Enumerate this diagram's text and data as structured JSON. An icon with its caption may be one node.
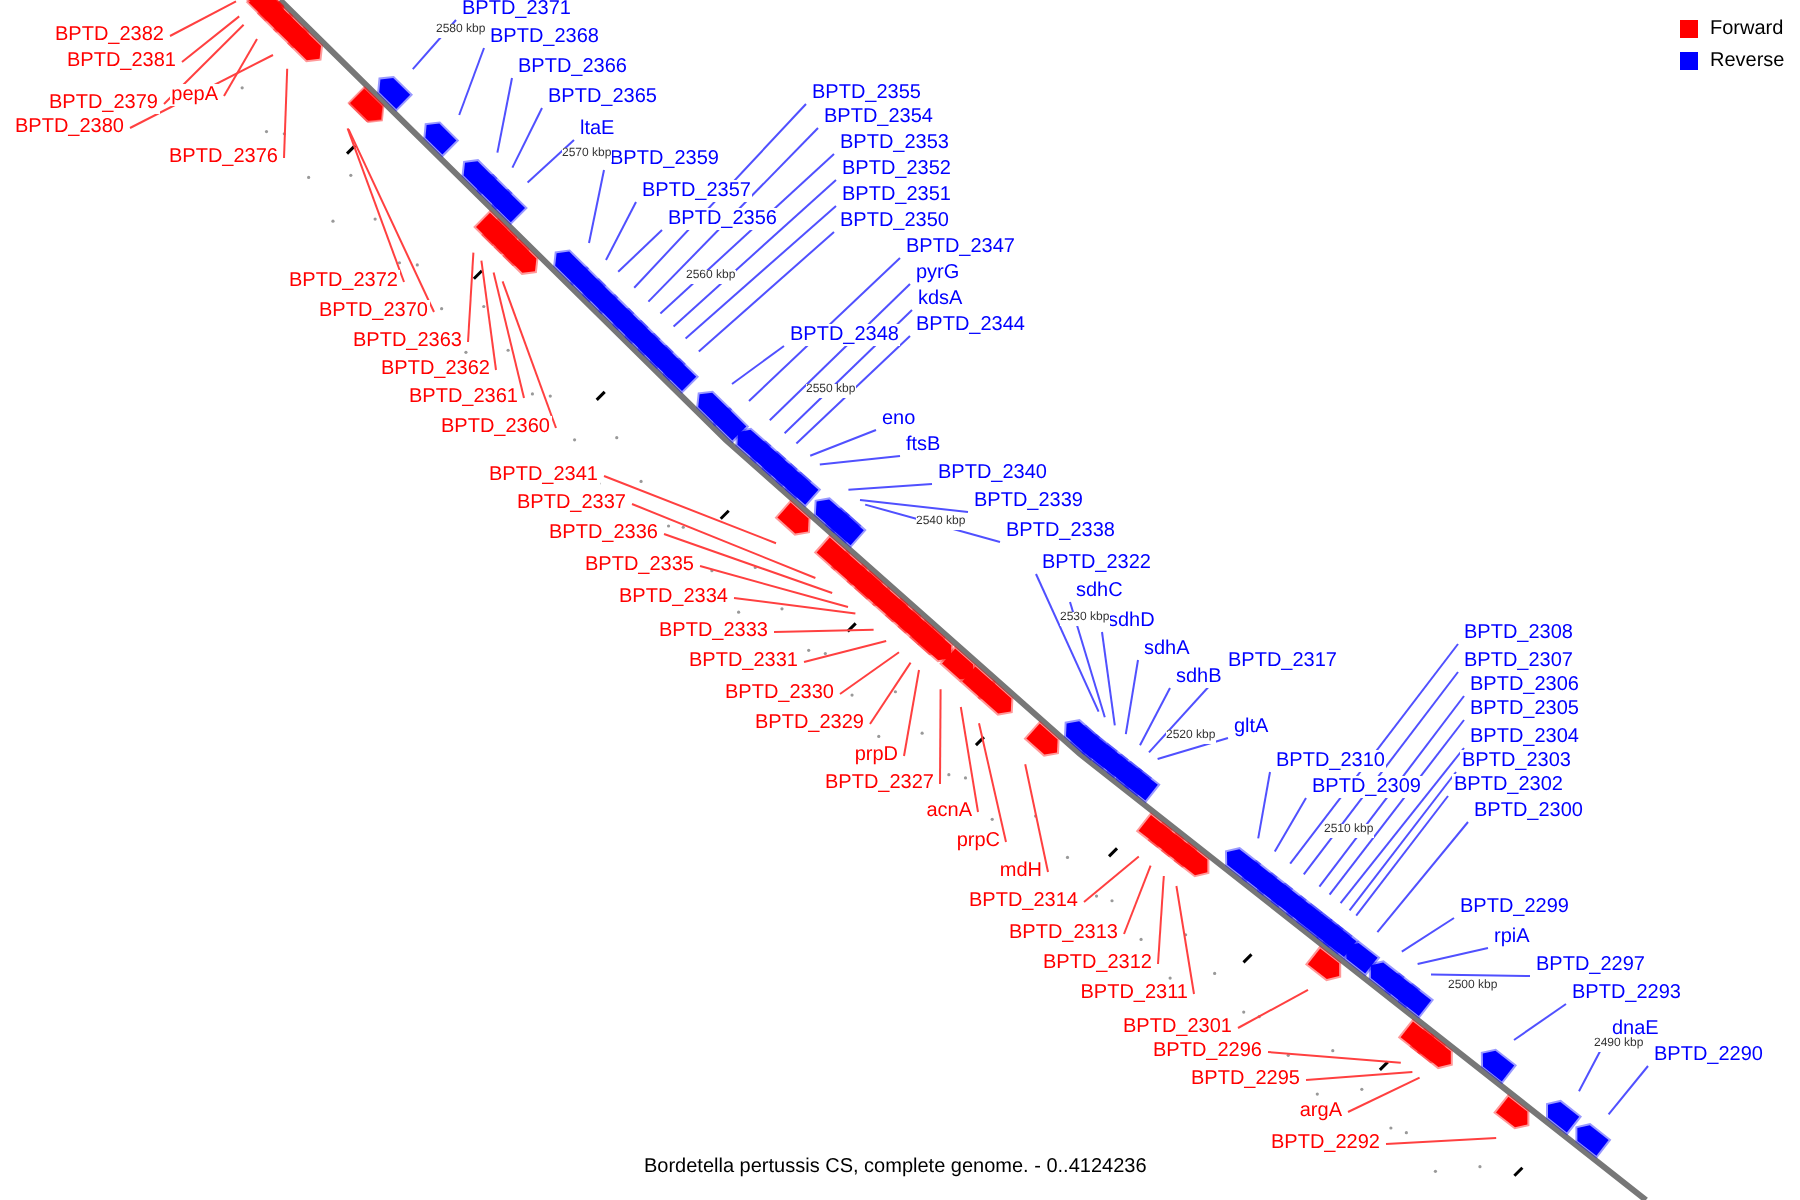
{
  "diagram": {
    "caption": "Bordetella pertussis CS, complete genome. - 0..4124236",
    "nodes": [
      {
        "text": [
          "BPTD_2382"
        ]
      },
      {
        "text": [
          "BPTD_2381"
        ]
      },
      {
        "text": [
          "BPTD_2379"
        ]
      },
      {
        "text": [
          "pepA"
        ]
      },
      {
        "text": [
          "BPTD_2380"
        ]
      },
      {
        "text": [
          "BPTD_2376"
        ]
      },
      {
        "text": [
          "BPTD_2372"
        ]
      },
      {
        "text": [
          "BPTD_2370"
        ]
      },
      {
        "text": [
          "BPTD_2363"
        ]
      },
      {
        "text": [
          "BPTD_2362"
        ]
      },
      {
        "text": [
          "BPTD_2361"
        ]
      },
      {
        "text": [
          "BPTD_2360"
        ]
      },
      {
        "text": [
          "BPTD_2341"
        ]
      },
      {
        "text": [
          "BPTD_2337"
        ]
      },
      {
        "text": [
          "BPTD_2336"
        ]
      },
      {
        "text": [
          "BPTD_2335"
        ]
      },
      {
        "text": [
          "BPTD_2334"
        ]
      },
      {
        "text": [
          "BPTD_2333"
        ]
      },
      {
        "text": [
          "BPTD_2331"
        ]
      },
      {
        "text": [
          "BPTD_2330"
        ]
      },
      {
        "text": [
          "BPTD_2329"
        ]
      },
      {
        "text": [
          "prpD"
        ]
      },
      {
        "text": [
          "BPTD_2327"
        ]
      },
      {
        "text": [
          "acnA"
        ]
      },
      {
        "text": [
          "prpC"
        ]
      },
      {
        "text": [
          "mdH"
        ]
      },
      {
        "text": [
          "BPTD_2314"
        ]
      },
      {
        "text": [
          "BPTD_2313"
        ]
      },
      {
        "text": [
          "BPTD_2312"
        ]
      },
      {
        "text": [
          "BPTD_2311"
        ]
      },
      {
        "text": [
          "BPTD_2301"
        ]
      },
      {
        "text": [
          "BPTD_2296"
        ]
      },
      {
        "text": [
          "BPTD_2295"
        ]
      },
      {
        "text": [
          "argA"
        ]
      },
      {
        "text": [
          "BPTD_2292"
        ]
      },
      {
        "text": [
          "BPTD_2371"
        ]
      },
      {
        "text": [
          "BPTD_2368"
        ]
      },
      {
        "text": [
          "BPTD_2366"
        ]
      },
      {
        "text": [
          "BPTD_2365"
        ]
      },
      {
        "text": [
          "ltaE"
        ]
      },
      {
        "text": [
          "BPTD_2359"
        ]
      },
      {
        "text": [
          "BPTD_2357"
        ]
      },
      {
        "text": [
          "BPTD_2356"
        ]
      },
      {
        "text": [
          "BPTD_2355"
        ]
      },
      {
        "text": [
          "BPTD_2354"
        ]
      },
      {
        "text": [
          "BPTD_2353"
        ]
      },
      {
        "text": [
          "BPTD_2352"
        ]
      },
      {
        "text": [
          "BPTD_2351"
        ]
      },
      {
        "text": [
          "BPTD_2350"
        ]
      },
      {
        "text": [
          "BPTD_2347"
        ]
      },
      {
        "text": [
          "pyrG"
        ]
      },
      {
        "text": [
          "kdsA"
        ]
      },
      {
        "text": [
          "BPTD_2344"
        ]
      },
      {
        "text": [
          "BPTD_2348"
        ]
      },
      {
        "text": [
          "eno"
        ]
      },
      {
        "text": [
          "ftsB"
        ]
      },
      {
        "text": [
          "BPTD_2340"
        ]
      },
      {
        "text": [
          "BPTD_2339"
        ]
      },
      {
        "text": [
          "BPTD_2338"
        ]
      },
      {
        "text": [
          "BPTD_2322"
        ]
      },
      {
        "text": [
          "sdhC"
        ]
      },
      {
        "text": [
          "sdhD"
        ]
      },
      {
        "text": [
          "sdhA"
        ]
      },
      {
        "text": [
          "sdhB"
        ]
      },
      {
        "text": [
          "BPTD_2317"
        ]
      },
      {
        "text": [
          "gltA"
        ]
      },
      {
        "text": [
          "BPTD_2310"
        ]
      },
      {
        "text": [
          "BPTD_2309"
        ]
      },
      {
        "text": [
          "BPTD_2308"
        ]
      },
      {
        "text": [
          "BPTD_2307"
        ]
      },
      {
        "text": [
          "BPTD_2306"
        ]
      },
      {
        "text": [
          "BPTD_2305"
        ]
      },
      {
        "text": [
          "BPTD_2304"
        ]
      },
      {
        "text": [
          "BPTD_2303"
        ]
      },
      {
        "text": [
          "BPTD_2302"
        ]
      },
      {
        "text": [
          "BPTD_2300"
        ]
      },
      {
        "text": [
          "BPTD_2299"
        ]
      },
      {
        "text": [
          "rpiA"
        ]
      },
      {
        "text": [
          "BPTD_2297"
        ]
      },
      {
        "text": [
          "BPTD_2293"
        ]
      },
      {
        "text": [
          "dnaE"
        ]
      },
      {
        "text": [
          "BPTD_2290"
        ]
      }
    ],
    "edges": [
      {
        "from": 0,
        "to": null,
        "arrow": "none",
        "color": "#ff4040"
      },
      {
        "from": 1,
        "to": null,
        "arrow": "none",
        "color": "#ff4040"
      },
      {
        "from": 2,
        "to": null,
        "arrow": "none",
        "color": "#ff4040"
      },
      {
        "from": 3,
        "to": null,
        "arrow": "none",
        "color": "#ff4040"
      },
      {
        "from": 4,
        "to": null,
        "arrow": "none",
        "color": "#ff4040"
      },
      {
        "from": 5,
        "to": null,
        "arrow": "none",
        "color": "#ff4040"
      },
      {
        "from": 6,
        "to": null,
        "arrow": "none",
        "color": "#ff4040"
      },
      {
        "from": 7,
        "to": null,
        "arrow": "none",
        "color": "#ff4040"
      },
      {
        "from": 8,
        "to": null,
        "arrow": "none",
        "color": "#ff4040"
      },
      {
        "from": 9,
        "to": null,
        "arrow": "none",
        "color": "#ff4040"
      },
      {
        "from": 10,
        "to": null,
        "arrow": "none",
        "color": "#ff4040"
      },
      {
        "from": 11,
        "to": null,
        "arrow": "none",
        "color": "#ff4040"
      },
      {
        "from": 12,
        "to": null,
        "arrow": "none",
        "color": "#ff4040"
      },
      {
        "from": 13,
        "to": null,
        "arrow": "none",
        "color": "#ff4040"
      },
      {
        "from": 14,
        "to": null,
        "arrow": "none",
        "color": "#ff4040"
      },
      {
        "from": 15,
        "to": null,
        "arrow": "none",
        "color": "#ff4040"
      },
      {
        "from": 16,
        "to": null,
        "arrow": "none",
        "color": "#ff4040"
      },
      {
        "from": 17,
        "to": null,
        "arrow": "none",
        "color": "#ff4040"
      },
      {
        "from": 18,
        "to": null,
        "arrow": "none",
        "color": "#ff4040"
      },
      {
        "from": 19,
        "to": null,
        "arrow": "none",
        "color": "#ff4040"
      },
      {
        "from": 20,
        "to": null,
        "arrow": "none",
        "color": "#ff4040"
      },
      {
        "from": 21,
        "to": null,
        "arrow": "none",
        "color": "#ff4040"
      },
      {
        "from": 22,
        "to": null,
        "arrow": "none",
        "color": "#ff4040"
      },
      {
        "from": 23,
        "to": null,
        "arrow": "none",
        "color": "#ff4040"
      },
      {
        "from": 24,
        "to": null,
        "arrow": "none",
        "color": "#ff4040"
      },
      {
        "from": 25,
        "to": null,
        "arrow": "none",
        "color": "#ff4040"
      },
      {
        "from": 26,
        "to": null,
        "arrow": "none",
        "color": "#ff4040"
      },
      {
        "from": 27,
        "to": null,
        "arrow": "none",
        "color": "#ff4040"
      },
      {
        "from": 28,
        "to": null,
        "arrow": "none",
        "color": "#ff4040"
      },
      {
        "from": 29,
        "to": null,
        "arrow": "none",
        "color": "#ff4040"
      },
      {
        "from": 30,
        "to": null,
        "arrow": "none",
        "color": "#ff4040"
      },
      {
        "from": 31,
        "to": null,
        "arrow": "none",
        "color": "#ff4040"
      },
      {
        "from": 32,
        "to": null,
        "arrow": "none",
        "color": "#ff4040"
      },
      {
        "from": 33,
        "to": null,
        "arrow": "none",
        "color": "#ff4040"
      },
      {
        "from": 34,
        "to": null,
        "arrow": "none",
        "color": "#ff4040"
      },
      {
        "from": 35,
        "to": null,
        "arrow": "none"
      },
      {
        "from": 36,
        "to": null,
        "arrow": "none"
      },
      {
        "from": 37,
        "to": null,
        "arrow": "none"
      },
      {
        "from": 38,
        "to": null,
        "arrow": "none"
      },
      {
        "from": 39,
        "to": null,
        "arrow": "none"
      },
      {
        "from": 40,
        "to": null,
        "arrow": "none"
      },
      {
        "from": 41,
        "to": null,
        "arrow": "none"
      },
      {
        "from": 42,
        "to": null,
        "arrow": "none"
      },
      {
        "from": 43,
        "to": null,
        "arrow": "none"
      },
      {
        "from": 44,
        "to": null,
        "arrow": "none"
      },
      {
        "from": 45,
        "to": null,
        "arrow": "none"
      },
      {
        "from": 46,
        "to": null,
        "arrow": "none"
      },
      {
        "from": 47,
        "to": null,
        "arrow": "none"
      },
      {
        "from": 48,
        "to": null,
        "arrow": "none"
      },
      {
        "from": 49,
        "to": null,
        "arrow": "none"
      },
      {
        "from": 50,
        "to": null,
        "arrow": "none"
      },
      {
        "from": 51,
        "to": null,
        "arrow": "none"
      },
      {
        "from": 52,
        "to": null,
        "arrow": "none"
      },
      {
        "from": 53,
        "to": null,
        "arrow": "none"
      },
      {
        "from": 54,
        "to": null,
        "arrow": "none"
      },
      {
        "from": 55,
        "to": null,
        "arrow": "none"
      },
      {
        "from": 56,
        "to": null,
        "arrow": "none"
      },
      {
        "from": 57,
        "to": null,
        "arrow": "none"
      },
      {
        "from": 58,
        "to": null,
        "arrow": "none"
      },
      {
        "from": 59,
        "to": null,
        "arrow": "none"
      },
      {
        "from": 60,
        "to": null,
        "arrow": "none"
      },
      {
        "from": 61,
        "to": null,
        "arrow": "none"
      },
      {
        "from": 62,
        "to": null,
        "arrow": "none"
      },
      {
        "from": 63,
        "to": null,
        "arrow": "none"
      },
      {
        "from": 64,
        "to": null,
        "arrow": "none"
      },
      {
        "from": 65,
        "to": null,
        "arrow": "none"
      },
      {
        "from": 66,
        "to": null,
        "arrow": "none"
      },
      {
        "from": 67,
        "to": null,
        "arrow": "none"
      },
      {
        "from": 68,
        "to": null,
        "arrow": "none"
      },
      {
        "from": 69,
        "to": null,
        "arrow": "none"
      },
      {
        "from": 70,
        "to": null,
        "arrow": "none"
      },
      {
        "from": 71,
        "to": null,
        "arrow": "none"
      },
      {
        "from": 72,
        "to": null,
        "arrow": "none"
      },
      {
        "from": 73,
        "to": null,
        "arrow": "none"
      },
      {
        "from": 74,
        "to": null,
        "arrow": "none"
      },
      {
        "from": 75,
        "to": null,
        "arrow": "none"
      },
      {
        "from": 76,
        "to": null,
        "arrow": "none"
      },
      {
        "from": 77,
        "to": null,
        "arrow": "none"
      },
      {
        "from": 78,
        "to": null,
        "arrow": "none"
      },
      {
        "from": 79,
        "to": null,
        "arrow": "none"
      },
      {
        "from": 80,
        "to": null,
        "arrow": "none"
      },
      {
        "from": 81,
        "to": null,
        "arrow": "none"
      }
    ],
    "labels": [
      "2580 kbp",
      "2570 kbp",
      "2560 kbp",
      "2550 kbp",
      "2540 kbp",
      "2530 kbp",
      "2520 kbp",
      "2510 kbp",
      "2500 kbp",
      "2490 kbp"
    ],
    "legend": [
      {
        "text": "Forward",
        "color": "#ff0000"
      },
      {
        "text": "Reverse",
        "color": "#0000ff"
      }
    ]
  }
}
